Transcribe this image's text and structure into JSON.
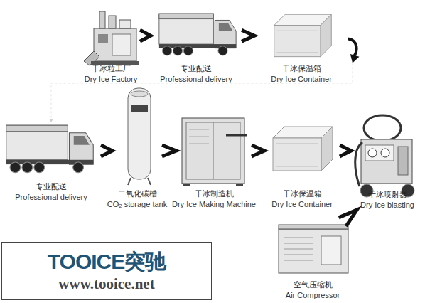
{
  "diagram": {
    "nodes": [
      {
        "text": [
          "干冰粒工厂",
          "Dry Ice Factory"
        ]
      },
      {
        "text": [
          "专业配送",
          "Professional delivery"
        ]
      },
      {
        "text": [
          "干冰保温箱",
          "Dry Ice Container"
        ]
      },
      {
        "text": [
          "专业配送",
          "Professional delivery"
        ]
      },
      {
        "text": [
          "二氧化碳槽",
          "CO₂ storage tank"
        ]
      },
      {
        "text": [
          "干冰制造机",
          "Dry Ice Making Machine"
        ]
      },
      {
        "text": [
          "干冰保温箱",
          "Dry Ice Container"
        ]
      },
      {
        "text": [
          "干冰喷射器",
          "Dry Ice blasting"
        ]
      },
      {
        "text": [
          "空气压缩机",
          "Air Compressor"
        ]
      },
      {
        "text": [
          "TOOICE突驰",
          "www.tooice.net"
        ]
      }
    ],
    "edges": [
      {
        "from": 0,
        "to": 1,
        "arrow": "to"
      },
      {
        "from": 1,
        "to": 2,
        "arrow": "to"
      },
      {
        "from": 2,
        "to": 3,
        "arrow": "to"
      },
      {
        "from": 3,
        "to": 4,
        "arrow": "to"
      },
      {
        "from": 4,
        "to": 5,
        "arrow": "to"
      },
      {
        "from": 5,
        "to": 6,
        "arrow": "to"
      },
      {
        "from": 6,
        "to": 7,
        "arrow": "to"
      },
      {
        "from": 8,
        "to": 7,
        "arrow": "to"
      }
    ]
  }
}
